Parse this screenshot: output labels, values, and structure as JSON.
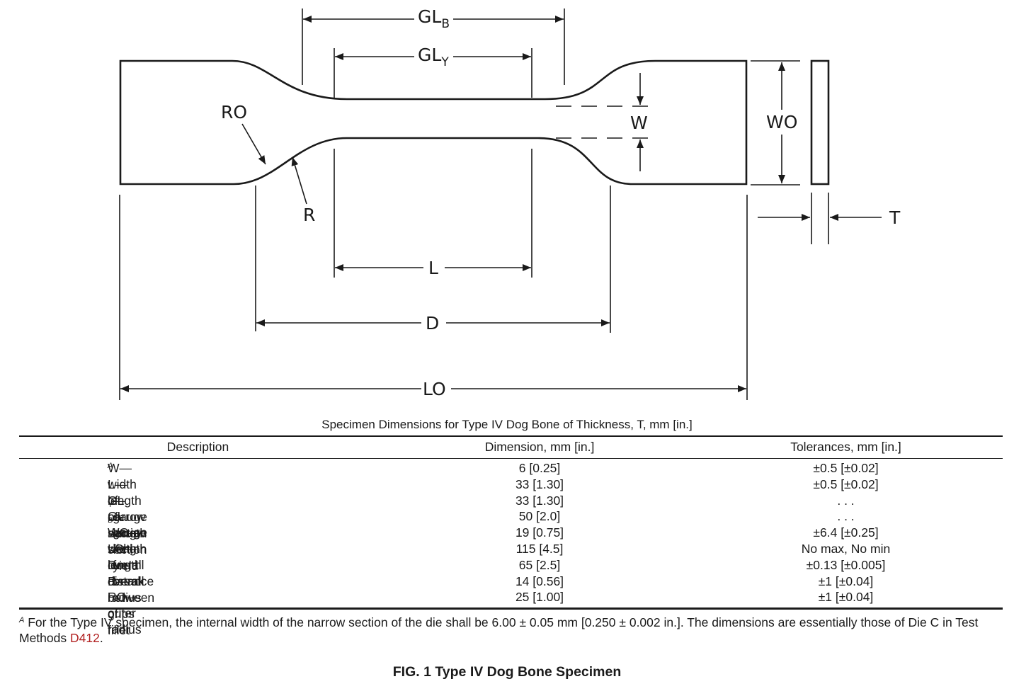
{
  "drawing": {
    "labels": {
      "glb_main": "GL",
      "glb_sub": "B",
      "gly_main": "GL",
      "gly_sub": "Y",
      "ro": "RO",
      "r": "R",
      "w": "W",
      "wo": "WO",
      "t": "T",
      "l": "L",
      "d": "D",
      "lo": "LO"
    }
  },
  "table": {
    "caption": "Specimen Dimensions for Type IV Dog Bone of Thickness, T, mm [in.]",
    "headers": {
      "description": "Description",
      "dimension": "Dimension, mm [in.]",
      "tolerance": "Tolerances, mm [in.]"
    },
    "rows": [
      {
        "pre": "W—width of narrow section",
        "sub": "",
        "post": "",
        "note": "A",
        "dimension": "6 [0.25]",
        "tolerance": "±0.5 [±0.02]"
      },
      {
        "pre": "L—length of narrow section",
        "sub": "",
        "post": "",
        "note": "",
        "dimension": "33 [1.30]",
        "tolerance": "±0.5 [±0.02]"
      },
      {
        "pre": "GL",
        "sub": "Y",
        "post": "—gauge length for yield",
        "note": "",
        "dimension": "33 [1.30]",
        "tolerance": ". . ."
      },
      {
        "pre": "GL",
        "sub": "B",
        "post": "—gauge length for break",
        "note": "",
        "dimension": "50 [2.0]",
        "tolerance": ". . ."
      },
      {
        "pre": "WO—width overall",
        "sub": "",
        "post": "",
        "note": "",
        "dimension": "19 [0.75]",
        "tolerance": "±6.4 [±0.25]"
      },
      {
        "pre": "LO—length overall",
        "sub": "",
        "post": "",
        "note": "",
        "dimension": "115 [4.5]",
        "tolerance": "No max, No min"
      },
      {
        "pre": "D—distance between grips",
        "sub": "",
        "post": "",
        "note": "",
        "dimension": "65 [2.5]",
        "tolerance": "±0.13 [±0.005]"
      },
      {
        "pre": "R—radius of fillet",
        "sub": "",
        "post": "",
        "note": "",
        "dimension": "14 [0.56]",
        "tolerance": "±1 [±0.04]"
      },
      {
        "pre": "RO—outer radius",
        "sub": "",
        "post": "",
        "note": "",
        "dimension": "25 [1.00]",
        "tolerance": "±1 [±0.04]"
      }
    ],
    "footnote": {
      "marker": "A",
      "text": " For the Type IV specimen, the internal width of the narrow section of the die shall be 6.00 ± 0.05 mm [0.250 ± 0.002 in.]. The dimensions are essentially those of Die C in Test Methods ",
      "link": "D412",
      "end": "."
    }
  },
  "figure_title": "FIG. 1 Type IV Dog Bone Specimen",
  "colors": {
    "ink": "#1a1a1a",
    "link": "#b22222"
  }
}
